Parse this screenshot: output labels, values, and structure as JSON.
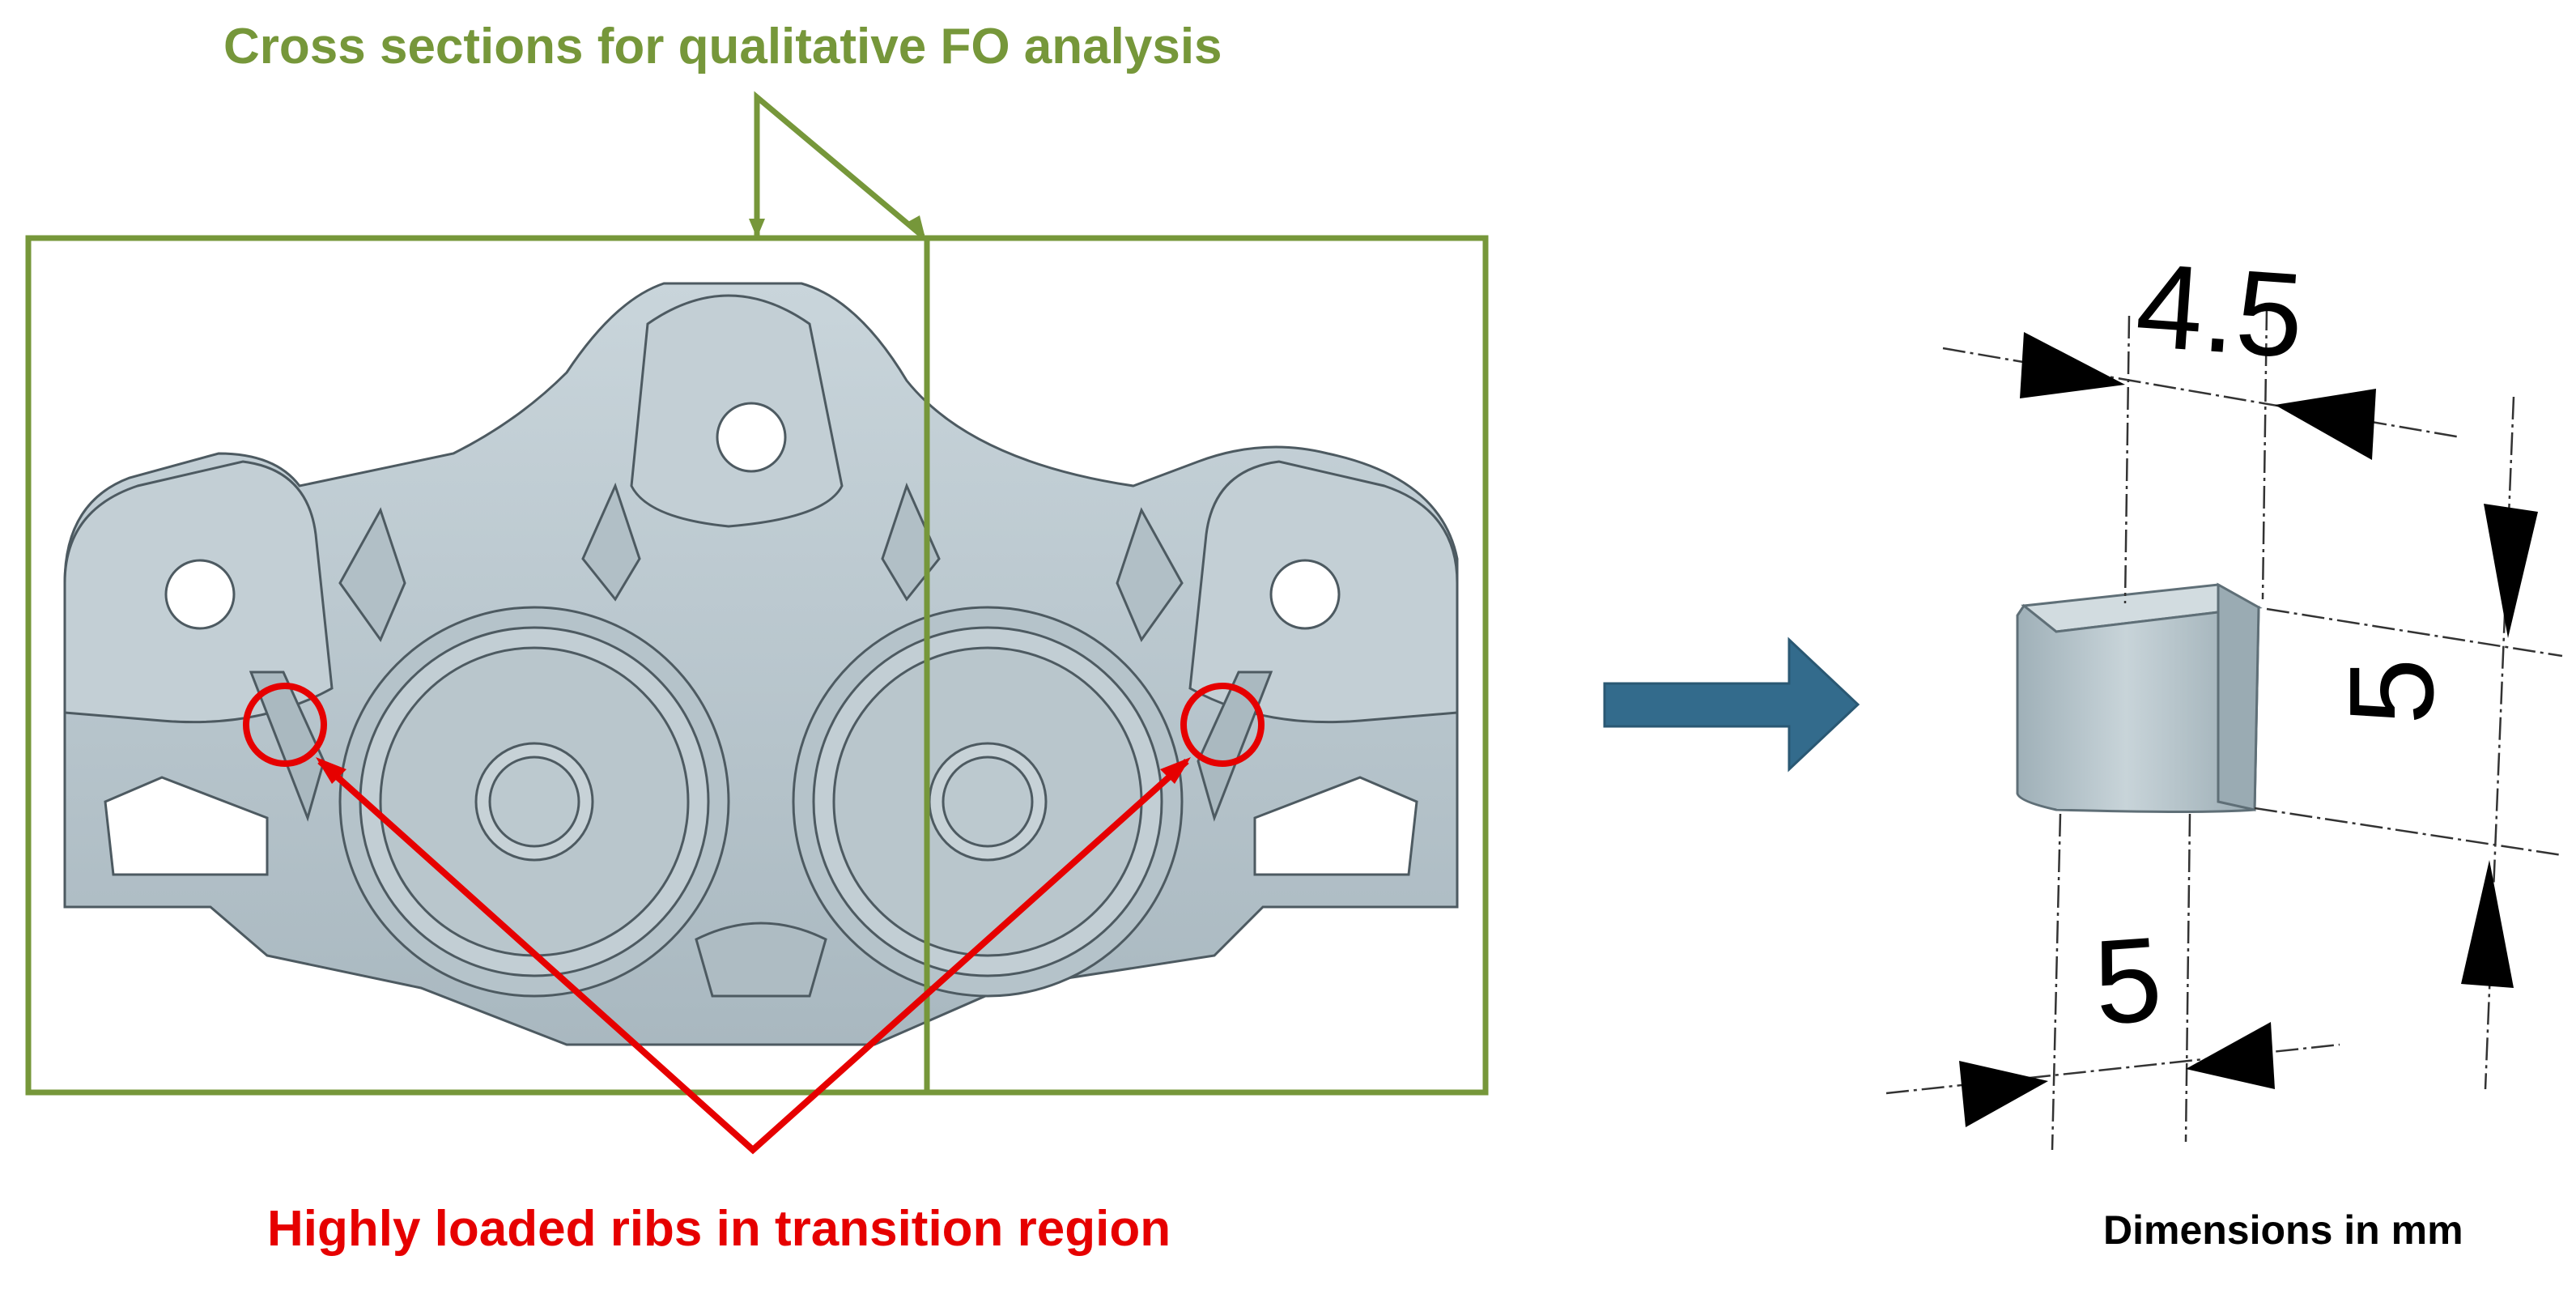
{
  "header": {
    "title": "Cross sections for qualitative FO analysis"
  },
  "callout": {
    "text": "Highly loaded ribs in transition region"
  },
  "specimen": {
    "dimension_width": "4.5",
    "dimension_height": "5",
    "dimension_depth": "5",
    "units_note": "Dimensions in mm"
  },
  "colors": {
    "section_box": "#76973a",
    "highlight": "#e60000",
    "arrow": "#336b8c",
    "part": "#b8c7cf"
  }
}
